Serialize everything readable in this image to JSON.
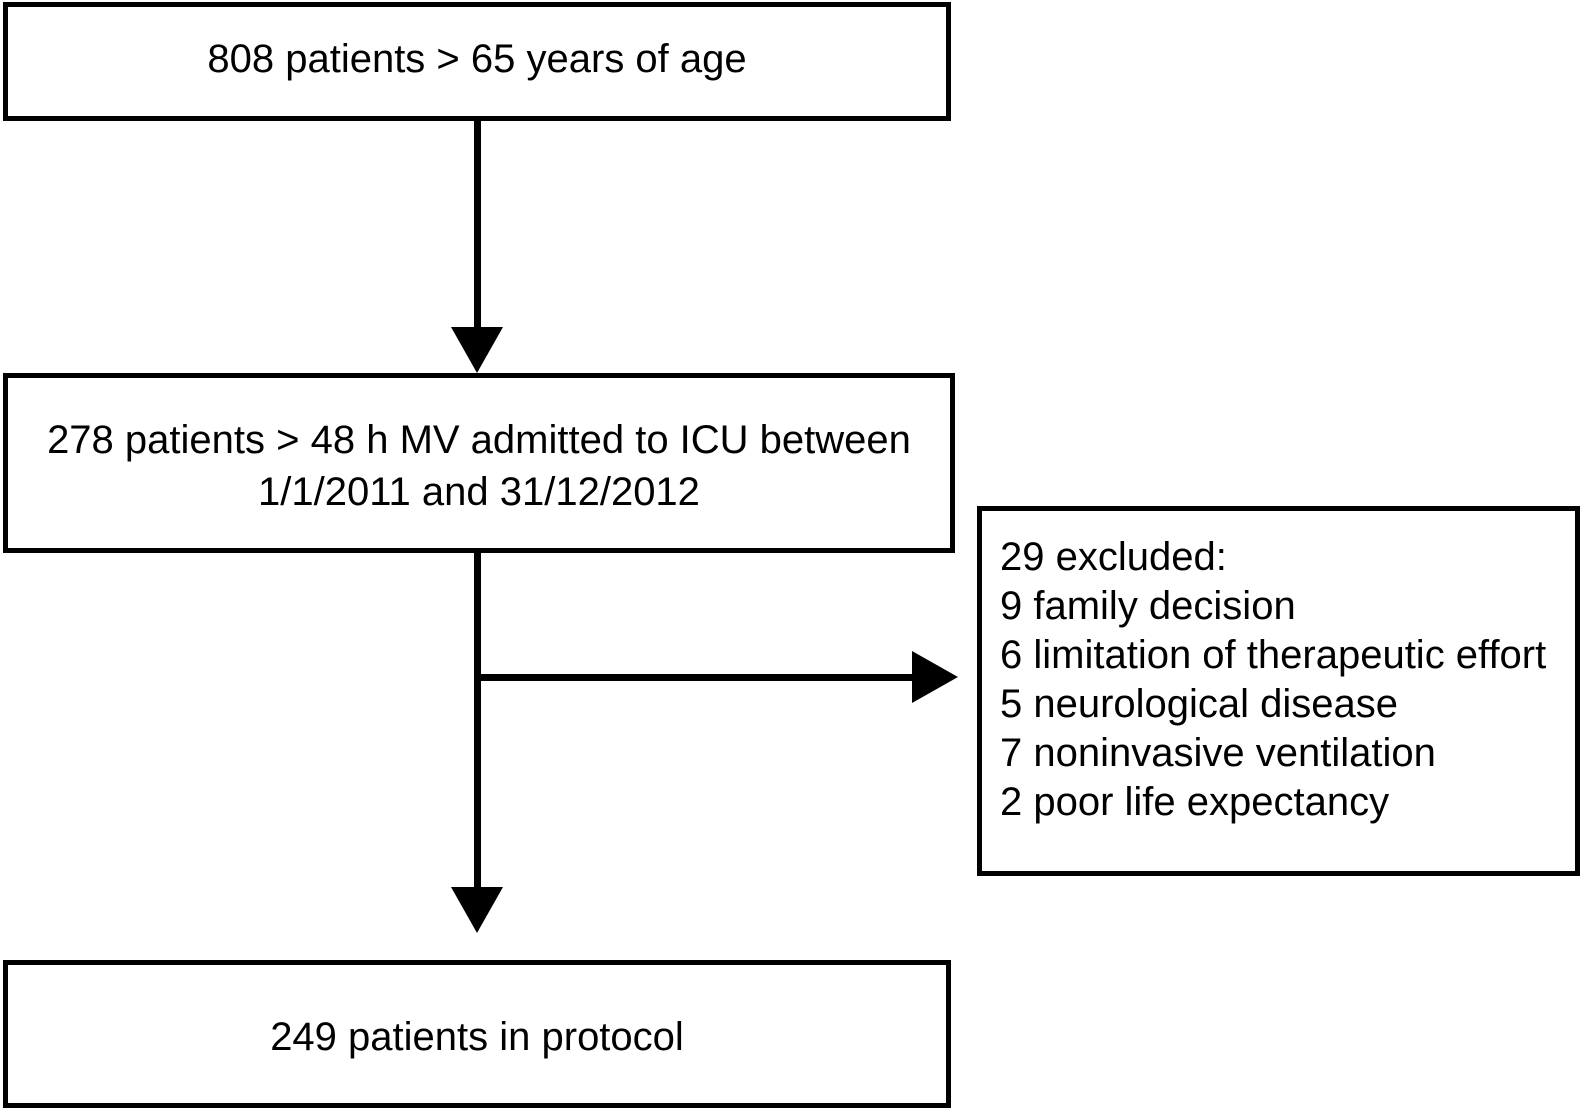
{
  "diagram": {
    "type": "study-flowchart",
    "title": "Patient enrollment flow diagram",
    "stroke_color": "#000000",
    "background_color": "#ffffff"
  },
  "nodes": {
    "enrolled": {
      "label": "808 patients > 65 years of age",
      "count": 808
    },
    "eligible": {
      "label": "278 patients > 48 h MV admitted to ICU between\n1/1/2011 and 31/12/2012",
      "count": 278
    },
    "protocol": {
      "label": "249 patients in protocol",
      "count": 249
    }
  },
  "excluded": {
    "heading": "29 excluded:",
    "total": 29,
    "reasons": [
      {
        "count": 9,
        "label": "9 family decision"
      },
      {
        "count": 6,
        "label": "6 limitation of therapeutic effort"
      },
      {
        "count": 5,
        "label": "5 neurological disease"
      },
      {
        "count": 7,
        "label": "7 noninvasive ventilation"
      },
      {
        "count": 2,
        "label": "2 poor life expectancy"
      }
    ]
  },
  "connectors": {
    "enrolled_to_eligible": "arrow-down",
    "eligible_to_protocol": "arrow-down",
    "eligible_to_excluded": "arrow-right"
  }
}
